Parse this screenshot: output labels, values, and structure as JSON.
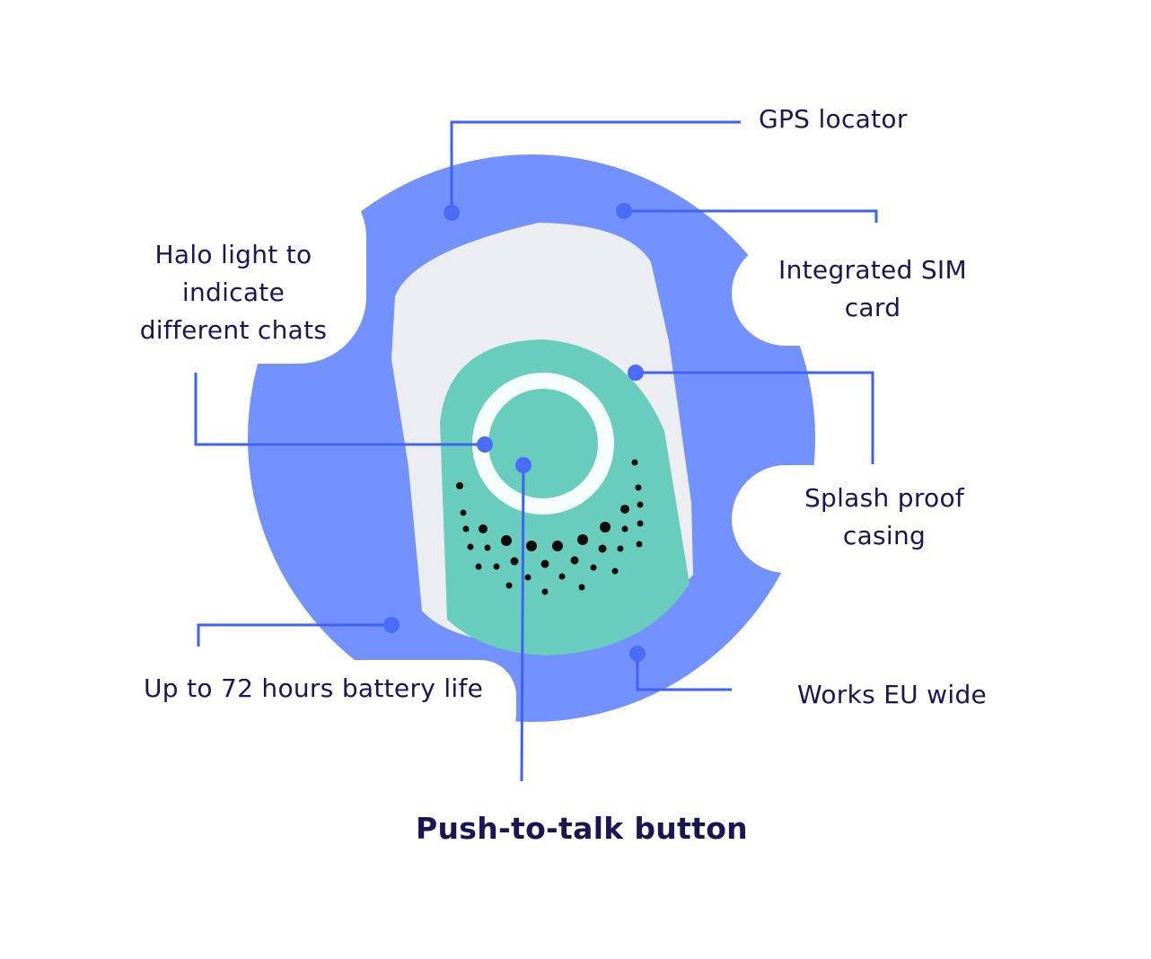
{
  "labels": {
    "gps": "GPS locator",
    "sim": [
      "Integrated SIM",
      "card"
    ],
    "halo": [
      "Halo light to",
      "indicate",
      "different chats"
    ],
    "splash": [
      "Splash proof",
      "casing"
    ],
    "battery": "Up to 72 hours battery life",
    "eu": "Works EU wide",
    "ptt": "Push-to-talk button"
  },
  "colors": {
    "circle": "#7391ff",
    "line": "#3f62f2",
    "dot": "#4b6cf8",
    "teal": "#69cdbd",
    "text": "#1c1553"
  }
}
